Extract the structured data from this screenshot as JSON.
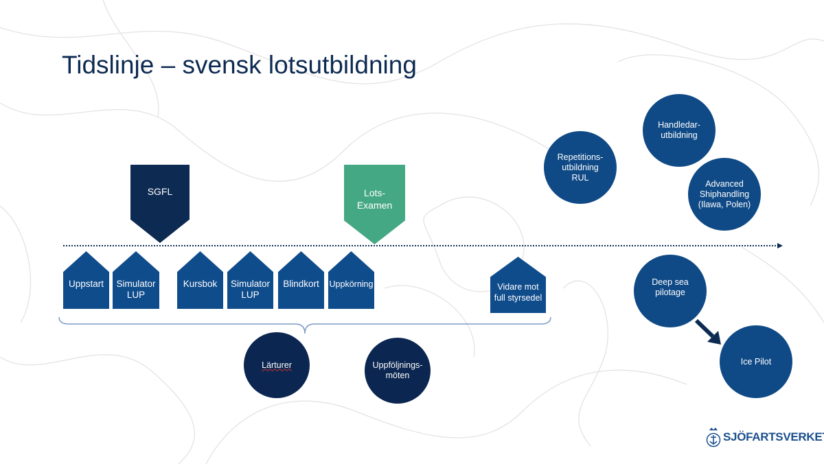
{
  "title": "Tidslinje – svensk lotsutbildning",
  "markers": {
    "sgfl": "SGFL",
    "lotsexamen": "Lots-\nExamen"
  },
  "steps": [
    "Uppstart",
    "Simulator\nLUP",
    "Kursbok",
    "Simulator\nLUP",
    "Blindkort",
    "Uppkörning"
  ],
  "final_step": "Vidare mot\nfull styrsedel",
  "bottom_circles": [
    "Lärturer",
    "Uppföljnings-\nmöten"
  ],
  "right_circles": {
    "repetition": "Repetitions-\nutbildning\nRUL",
    "handledar": "Handledar-\nutbildning",
    "advanced": "Advanced\nShiphandling\n(Ilawa, Polen)",
    "deepsea": "Deep sea\npilotage",
    "icepilot": "Ice Pilot"
  },
  "logo": "SJÖFARTSVERKET",
  "colors": {
    "navy": "#0d2a52",
    "blue": "#0f4c8c",
    "green": "#45a884"
  }
}
